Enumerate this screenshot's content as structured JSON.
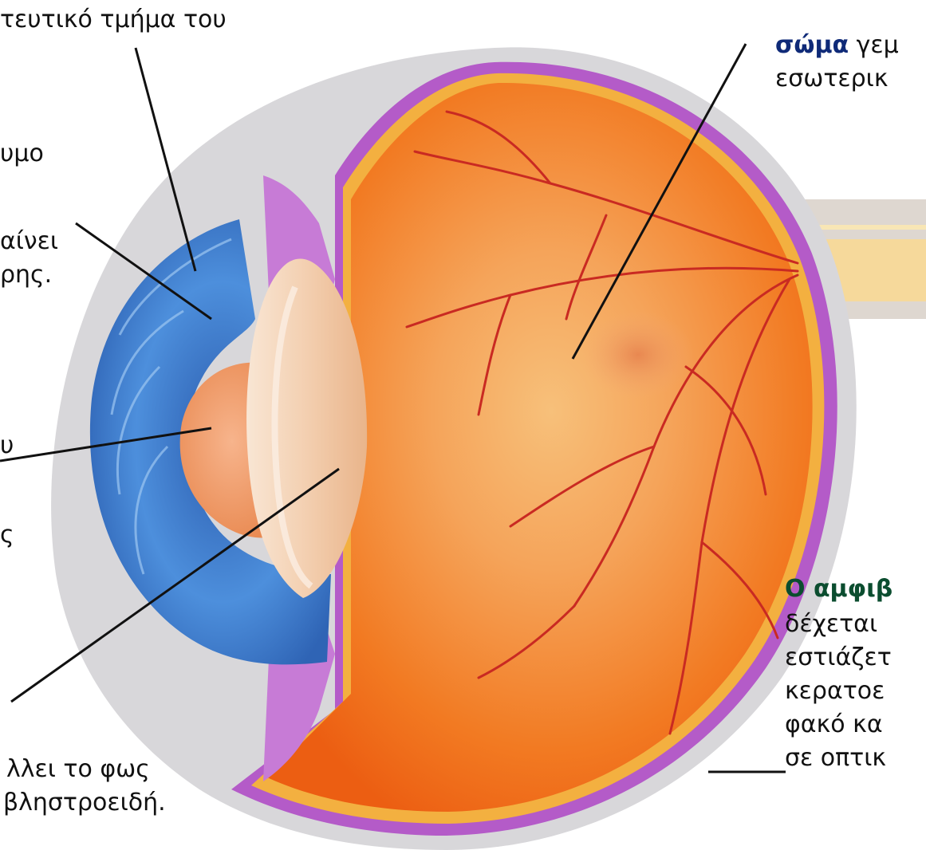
{
  "colors": {
    "sclera": "#d9d9dc",
    "choroid": "#b45bc8",
    "retina": "#f3b040",
    "vitreous": "#f4761c",
    "iris": "#3f7fd1",
    "lens": "#f1d5bd",
    "nerve": "#f6d99b",
    "vessels": "#c92a22"
  },
  "labels": {
    "l1_line1": "τευτικό τμήμα του",
    "l2_line1": "υμο",
    "l3_line1": "αίνει",
    "l3_line2": "ρης.",
    "l4_line1": "υ",
    "l4_line2": "ς",
    "l5_line1": "λλει το φως",
    "l5_line2": "βληστροειδή.",
    "r1_line1_bold": "σώμα",
    "r1_line1_rest": "γεμ",
    "r1_line2": "εσωτερικ",
    "r2_line1_bold": "Ο αμφιβ",
    "r2_line2": "δέχεται",
    "r2_line3": "εστιάζετ",
    "r2_line4": "κερατοε",
    "r2_line5": "φακό κα",
    "r2_line6": "σε οπτικ"
  }
}
